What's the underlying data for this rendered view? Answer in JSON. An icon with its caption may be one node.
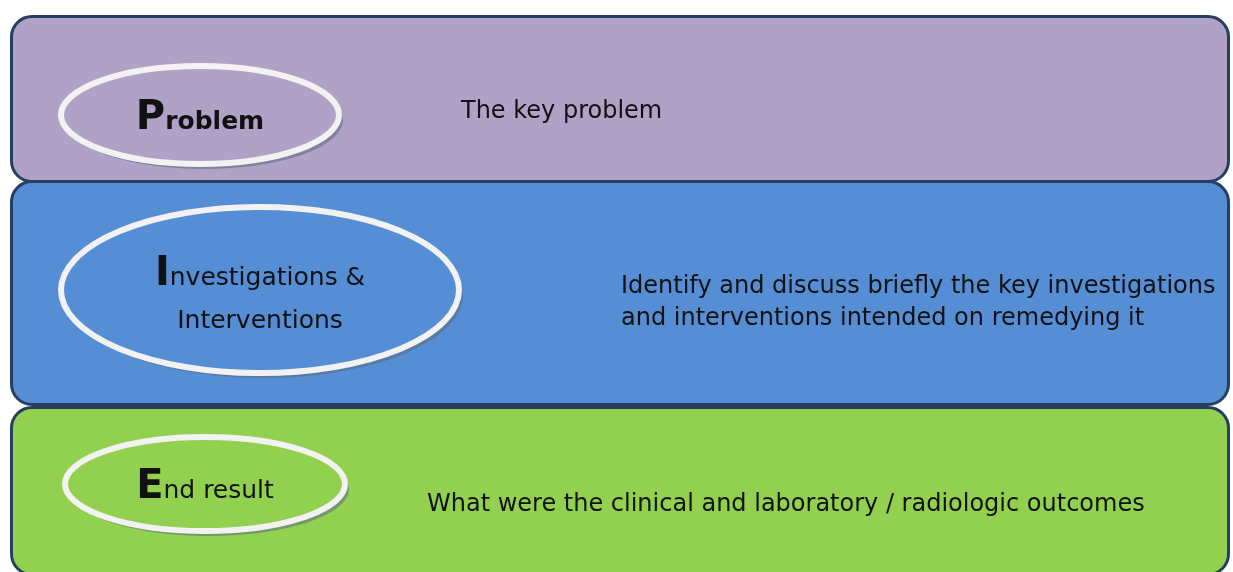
{
  "diagram": {
    "nodes": [
      {
        "text": [
          "The key problem"
        ]
      },
      {
        "text": [
          "Problem"
        ],
        "in": 0
      },
      {
        "text": [
          "Identify and discuss briefly the key investigations and interventions intended on remedying it"
        ]
      },
      {
        "text": [
          "Investigations & Interventions"
        ],
        "in": 2
      },
      {
        "text": [
          "What were the clinical and laboratory / radiologic outcomes"
        ]
      },
      {
        "text": [
          "End result"
        ],
        "in": 4
      }
    ]
  }
}
